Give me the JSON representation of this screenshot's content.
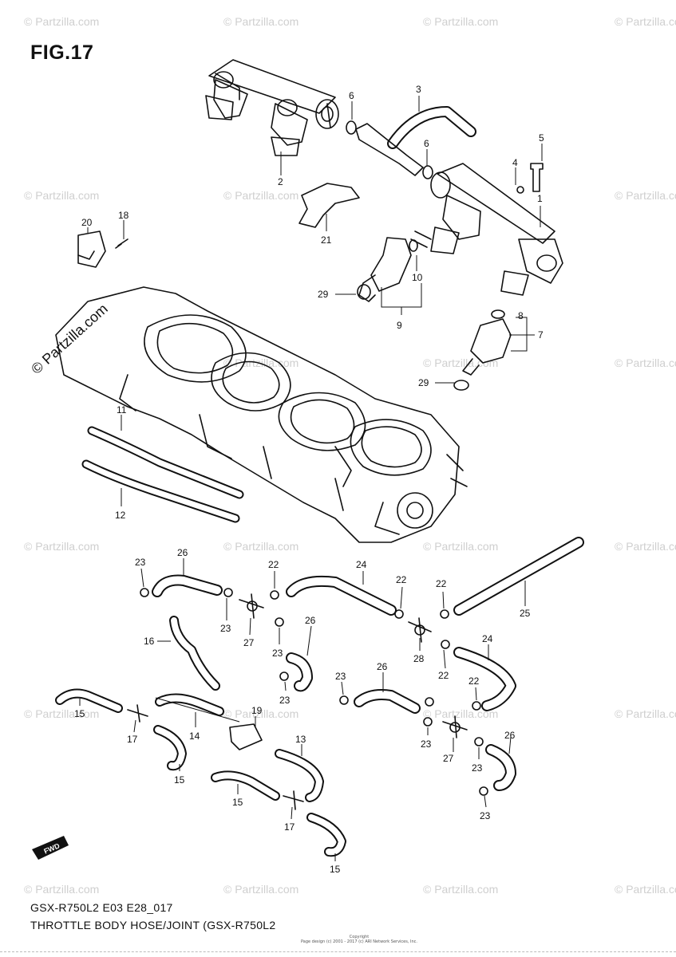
{
  "figure": {
    "title": "FIG.17",
    "model_code": "GSX-R750L2 E03 E28_017",
    "caption": "THROTTLE BODY HOSE/JOINT (GSX-R750L2",
    "copyright": [
      "Copyright",
      "Page design (c) 2001 - 2017 (c) ARI Network Services, Inc."
    ],
    "direction_badge": "FWD"
  },
  "watermark": {
    "text": "© Partzilla.com",
    "brand_text": "© Partzilla.com"
  },
  "callouts": {
    "c1": "1",
    "c2": "2",
    "c3": "3",
    "c4": "4",
    "c5": "5",
    "c6a": "6",
    "c6b": "6",
    "c7": "7",
    "c8": "8",
    "c9": "9",
    "c10": "10",
    "c11": "11",
    "c12": "12",
    "c13": "13",
    "c14": "14",
    "c15a": "15",
    "c15b": "15",
    "c15c": "15",
    "c15d": "15",
    "c16": "16",
    "c17a": "17",
    "c17b": "17",
    "c18": "18",
    "c19": "19",
    "c20": "20",
    "c21": "21",
    "c22a": "22",
    "c22b": "22",
    "c22c": "22",
    "c22d": "22",
    "c22e": "22",
    "c23a": "23",
    "c23b": "23",
    "c23c": "23",
    "c23d": "23",
    "c23e": "23",
    "c23f": "23",
    "c23g": "23",
    "c23h": "23",
    "c24a": "24",
    "c24b": "24",
    "c25": "25",
    "c26a": "26",
    "c26b": "26",
    "c26c": "26",
    "c26d": "26",
    "c27a": "27",
    "c27b": "27",
    "c28": "28",
    "c29a": "29",
    "c29b": "29"
  }
}
